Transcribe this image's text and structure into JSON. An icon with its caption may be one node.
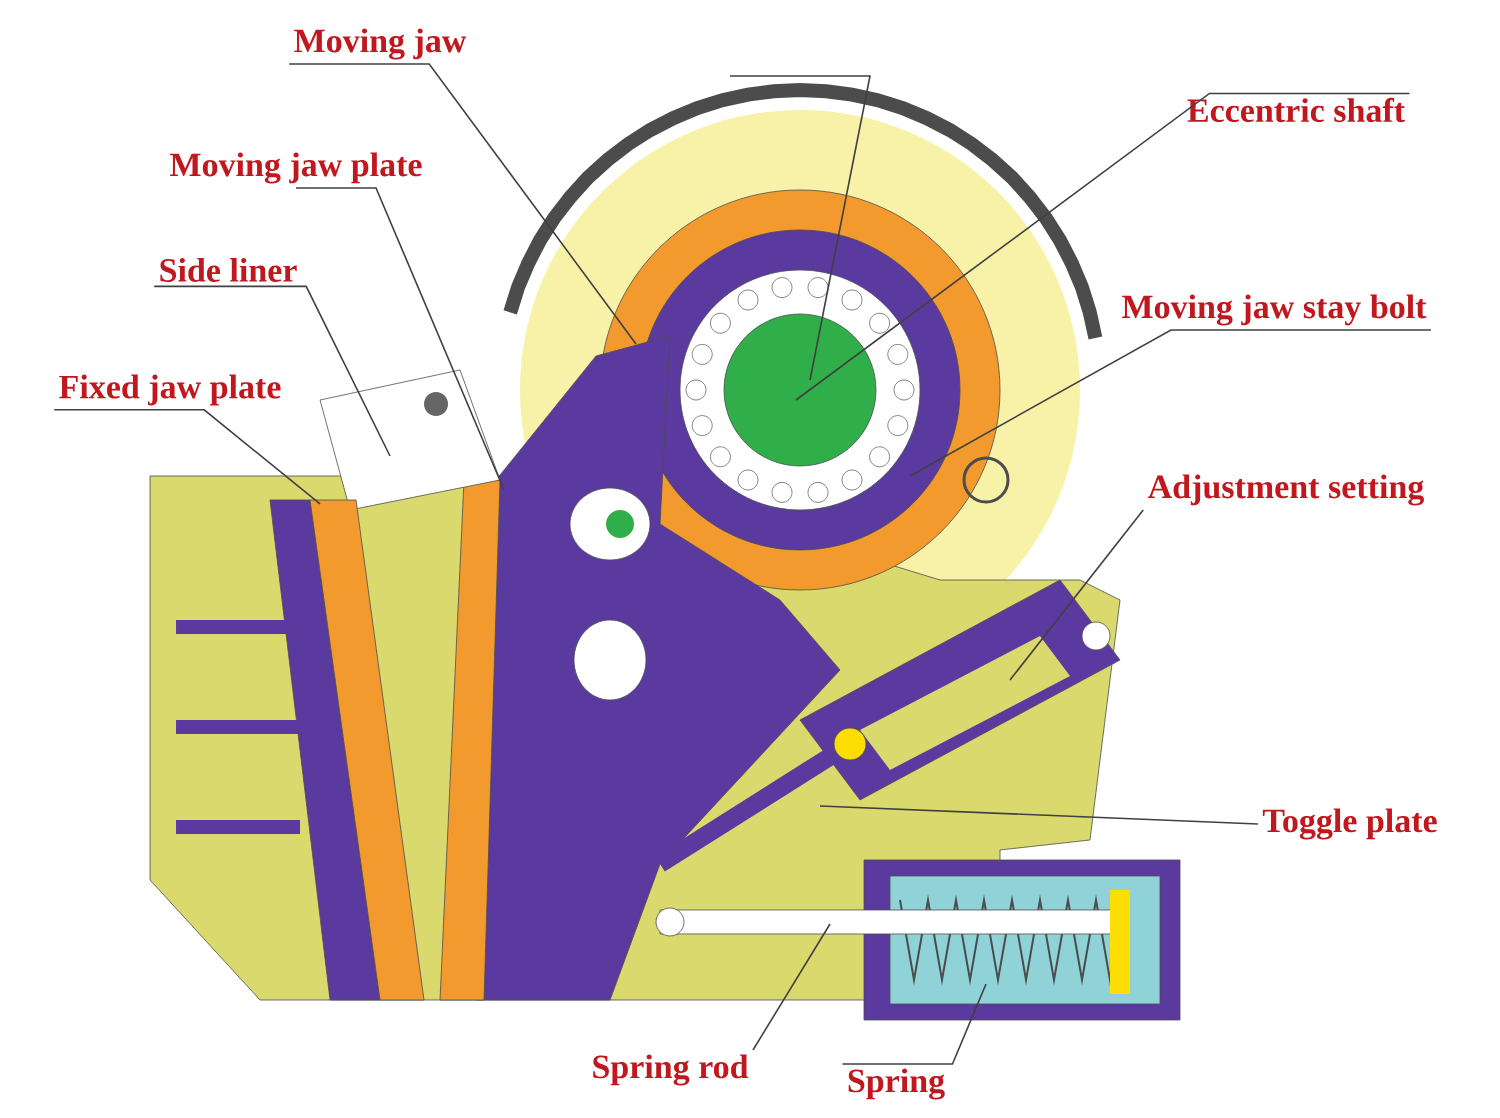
{
  "diagram": {
    "nodes": [
      {
        "text": [
          "Moving jaw"
        ]
      },
      {
        "text": [
          "Moving jaw plate"
        ]
      },
      {
        "text": [
          "Side liner"
        ]
      },
      {
        "text": [
          "Fixed jaw plate"
        ]
      },
      {
        "text": [
          "Eccentric shaft"
        ]
      },
      {
        "text": [
          "Moving jaw stay bolt"
        ]
      },
      {
        "text": [
          "Adjustment setting"
        ]
      },
      {
        "text": [
          "Toggle plate"
        ]
      },
      {
        "text": [
          "Spring rod"
        ]
      },
      {
        "text": [
          "Spring"
        ]
      }
    ],
    "edges": [
      {
        "from": 0,
        "to": null,
        "arrow": "none"
      },
      {
        "from": 1,
        "to": null,
        "arrow": "none"
      },
      {
        "from": 2,
        "to": null,
        "arrow": "none"
      },
      {
        "from": 3,
        "to": null,
        "arrow": "none"
      },
      {
        "from": 4,
        "to": null,
        "arrow": "none"
      },
      {
        "from": 5,
        "to": null,
        "arrow": "none"
      },
      {
        "from": 6,
        "to": null,
        "arrow": "none"
      },
      {
        "from": 7,
        "to": null,
        "arrow": "none"
      },
      {
        "from": 8,
        "to": null,
        "arrow": "none"
      },
      {
        "from": 9,
        "to": null,
        "arrow": "none"
      }
    ]
  }
}
